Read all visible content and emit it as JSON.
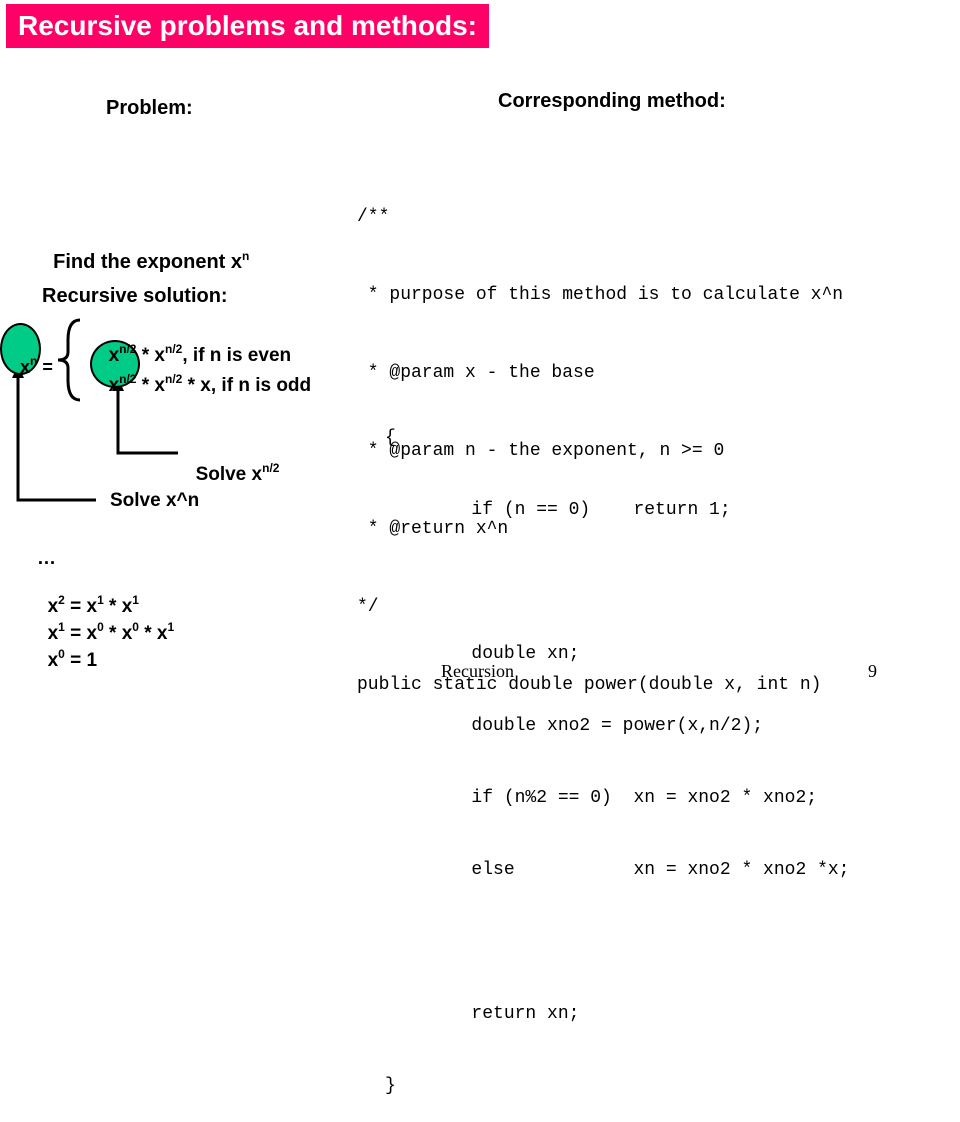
{
  "slide": {
    "title": "Recursive problems and methods:",
    "problem_heading": "Problem:",
    "method_heading": "Corresponding method:",
    "find_text": "Find the exponent x",
    "find_sup": "n",
    "recursive_solution": "Recursive solution:",
    "lhs": {
      "base": "x",
      "sup": "n",
      "eq": "="
    },
    "case_even": {
      "b1": "x",
      "s1": "n/2",
      "op": " * x",
      "s2": "n/2",
      "tail": ", if n is even"
    },
    "case_odd": {
      "b1": "x",
      "s1": "n/2",
      "op": " * x",
      "s2": "n/2",
      "tail": " * x, if n is odd"
    },
    "solve_half": {
      "text": "Solve x",
      "sup": "n/2"
    },
    "solve_n": "Solve x^n",
    "ellipsis": "…",
    "eq2": {
      "a": "x",
      "as": "2",
      "b": " = x",
      "bs": "1",
      "c": " * x",
      "cs": "1"
    },
    "eq1": {
      "a": "x",
      "as": "1",
      "b": " = x",
      "bs": "0",
      "c": " * x",
      "cs": "0",
      "d": " * x",
      "ds": "1"
    },
    "eq0": {
      "a": "x",
      "as": "0",
      "b": " = 1"
    },
    "code_lines": [
      "/**",
      " * purpose of this method is to calculate x^n",
      " * @param x - the base",
      " * @param n - the exponent, n >= 0",
      " * @return x^n",
      "*/",
      "public static double power(double x, int n)"
    ],
    "body_lines": [
      "{",
      "        if (n == 0)    return 1;",
      "",
      "        double xn;",
      "        double xno2 = power(x,n/2);",
      "        if (n%2 == 0)  xn = xno2 * xno2;",
      "        else           xn = xno2 * xno2 *x;",
      "",
      "        return xn;",
      "}"
    ],
    "footer": "Recursion",
    "page_number": "9",
    "accent_color": "#ff0066",
    "highlight_color": "#00cc88"
  }
}
